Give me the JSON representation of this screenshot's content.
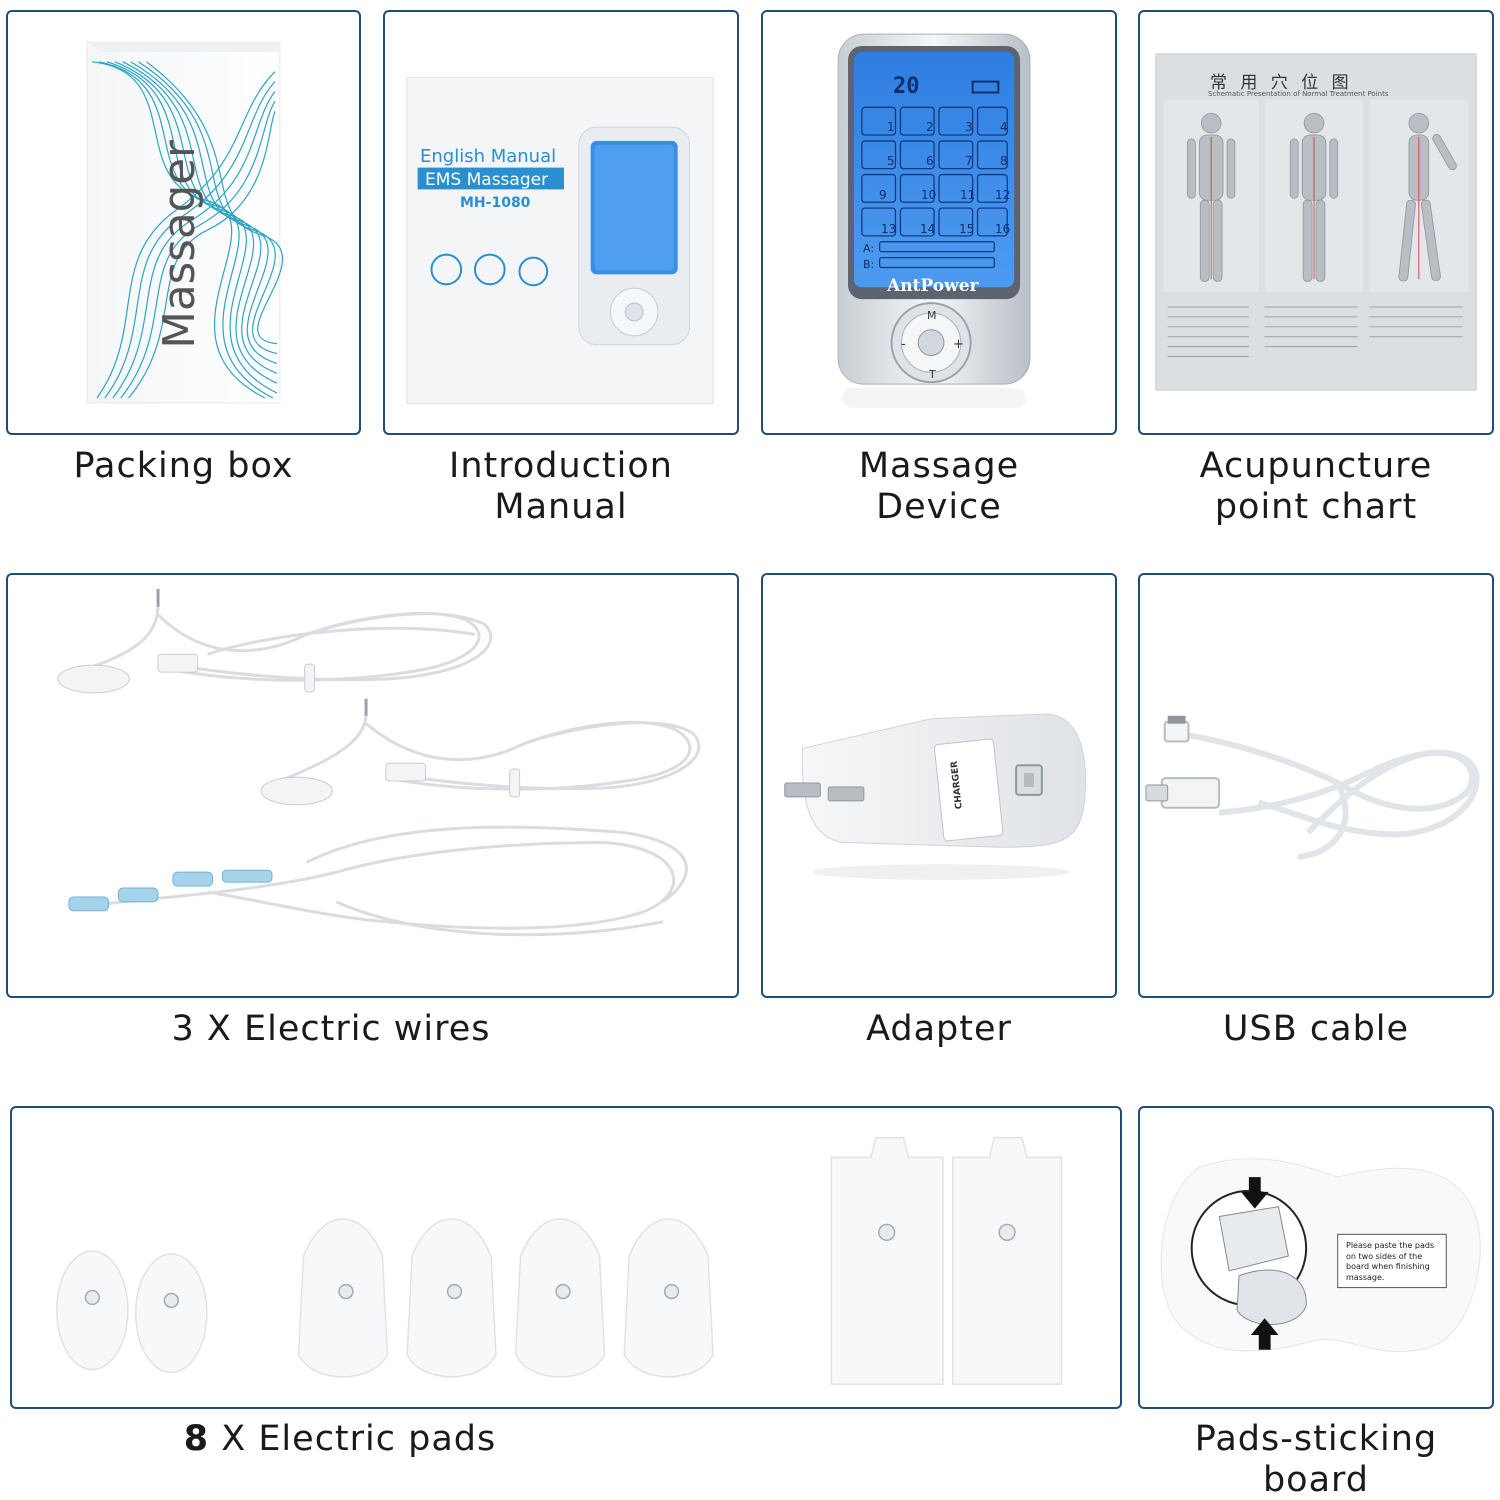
{
  "items": {
    "packing_box": {
      "caption": "Packing box",
      "box_text": "Massager"
    },
    "manual": {
      "caption_line1": "Introduction",
      "caption_line2": "Manual",
      "title": "English Manual",
      "subtitle": "EMS Massager",
      "model": "MH-1080"
    },
    "device": {
      "caption_line1": "Massage",
      "caption_line2": "Device",
      "brand": "AntPower",
      "screen_time": "20",
      "mode_numbers": [
        "1",
        "2",
        "3",
        "4",
        "5",
        "6",
        "7",
        "8",
        "9",
        "10",
        "11",
        "12",
        "13",
        "14",
        "15",
        "16"
      ],
      "channel_a": "A:",
      "channel_b": "B:",
      "button_top": "M",
      "button_bottom": "T",
      "button_left": "-",
      "button_right": "+"
    },
    "chart": {
      "caption_line1": "Acupuncture",
      "caption_line2": "point chart",
      "title_cn": "常 用 穴 位 图",
      "title_en": "Schematic  Presentation  of  Normal  Treatment  Points"
    },
    "wires": {
      "count": "3",
      "caption_rest": "X Electric wires"
    },
    "adapter": {
      "caption": "Adapter",
      "label": "CHARGER"
    },
    "usb": {
      "caption": "USB cable"
    },
    "pads": {
      "count": "8",
      "caption_rest": " X Electric pads"
    },
    "board": {
      "caption_line1": "Pads-sticking",
      "caption_line2": "board",
      "note_line1": "Please paste the pads",
      "note_line2": "on two sides of the",
      "note_line3": "board when finishing",
      "note_line4": "massage."
    }
  },
  "colors": {
    "border": "#1f4d78",
    "screen_blue": "#2f7de0",
    "accent_teal": "#2aa3c4"
  }
}
